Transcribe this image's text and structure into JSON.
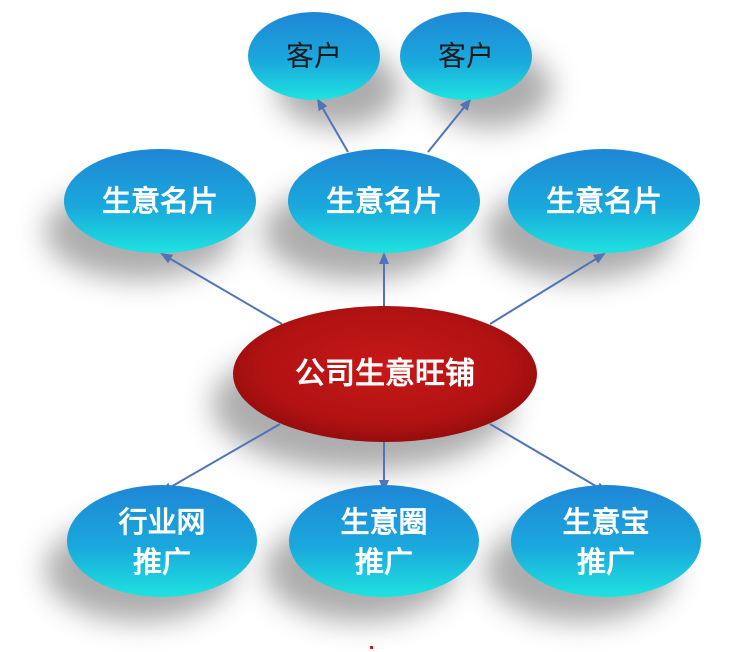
{
  "colors": {
    "blue_node_top": "#1f86d6",
    "blue_node_bottom": "#1ee3df",
    "hub_center": "#c81818",
    "hub_edge": "#8c0a0a",
    "arrow": "#4f74b8"
  },
  "hub": {
    "label": "公司生意旺铺"
  },
  "customers": [
    {
      "label": "客户"
    },
    {
      "label": "客户"
    }
  ],
  "cards": [
    {
      "label": "生意名片"
    },
    {
      "label": "生意名片"
    },
    {
      "label": "生意名片"
    }
  ],
  "promos": [
    {
      "line1": "行业网",
      "line2": "推广"
    },
    {
      "line1": "生意圈",
      "line2": "推广"
    },
    {
      "line1": "生意宝",
      "line2": "推广"
    }
  ]
}
